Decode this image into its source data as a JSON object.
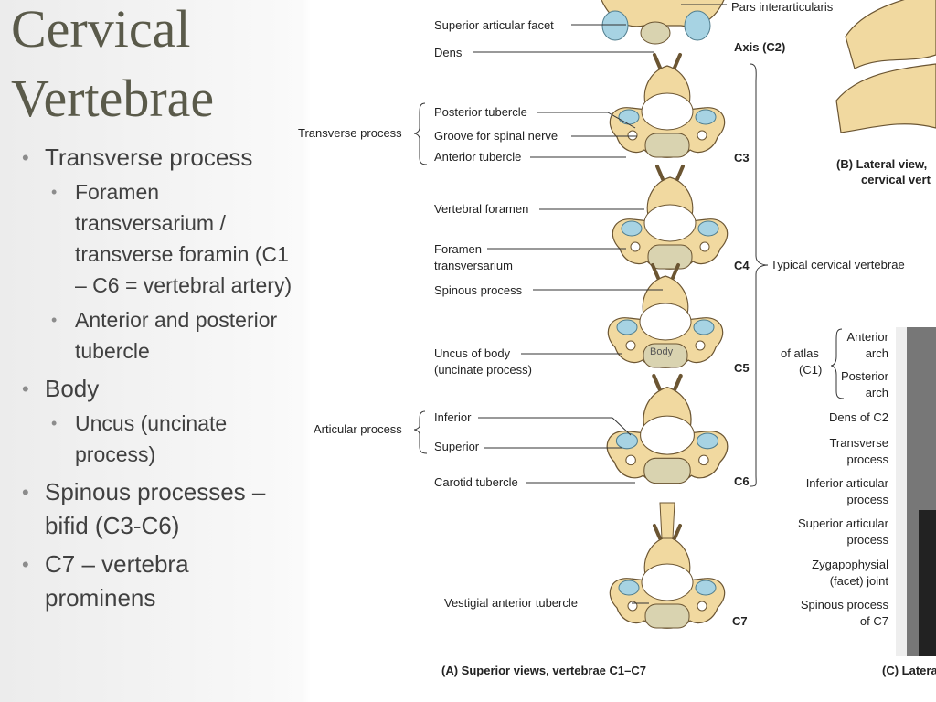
{
  "title": {
    "line1": "Cervical",
    "line2": "Vertebrae"
  },
  "bullets": [
    {
      "text": "Transverse process",
      "sub": [
        "Foramen transversarium / transverse foramin (C1 – C6 = vertebral artery)",
        "Anterior and posterior tubercle"
      ]
    },
    {
      "text": "Body",
      "sub": [
        "Uncus (uncinate process)"
      ]
    },
    {
      "text": "Spinous processes – bifid (C3-C6)",
      "sub": []
    },
    {
      "text": "C7 – vertebra prominens",
      "sub": []
    }
  ],
  "figure": {
    "labels": {
      "pars_interarticularis": "Pars interarticularis",
      "superior_articular_facet": "Superior articular facet",
      "dens": "Dens",
      "axis_c2": "Axis (C2)",
      "transverse_process": "Transverse process",
      "posterior_tubercle": "Posterior tubercle",
      "groove_spinal_nerve": "Groove for spinal nerve",
      "anterior_tubercle": "Anterior tubercle",
      "c3": "C3",
      "vertebral_foramen": "Vertebral foramen",
      "foramen_transversarium_1": "Foramen",
      "foramen_transversarium_2": "transversarium",
      "c4": "C4",
      "typical_cervical": "Typical cervical vertebrae",
      "spinous_process": "Spinous process",
      "uncus_1": "Uncus of body",
      "uncus_2": "(uncinate process)",
      "c5": "C5",
      "articular_process": "Articular process",
      "inferior": "Inferior",
      "superior": "Superior",
      "carotid_tubercle": "Carotid tubercle",
      "c6": "C6",
      "vestigial_anterior_tubercle": "Vestigial anterior tubercle",
      "c7": "C7",
      "caption_a": "(A) Superior views, vertebrae C1–C7",
      "caption_b_1": "(B) Lateral view,",
      "caption_b_2": "cervical vert",
      "anterior_arch_1": "Anterior",
      "anterior_arch_2": "arch",
      "of_atlas_1": "of atlas",
      "of_atlas_2": "(C1)",
      "posterior_arch_1": "Posterior",
      "posterior_arch_2": "arch",
      "dens_c2": "Dens of C2",
      "transverse_process_c_1": "Transverse",
      "transverse_process_c_2": "process",
      "inferior_articular_1": "Inferior articular",
      "inferior_articular_2": "process",
      "superior_articular_1": "Superior articular",
      "superior_articular_2": "process",
      "zygapophysial_1": "Zygapophysial",
      "zygapophysial_2": "(facet) joint",
      "spinous_c7_1": "Spinous process",
      "spinous_c7_2": "of C7",
      "caption_c": "(C) Latera",
      "body": "Body"
    },
    "colors": {
      "bone": "#f1d9a0",
      "bone_shade": "#d8b26a",
      "cartilage": "#a7d3e3",
      "body": "#d9d3b0"
    }
  }
}
